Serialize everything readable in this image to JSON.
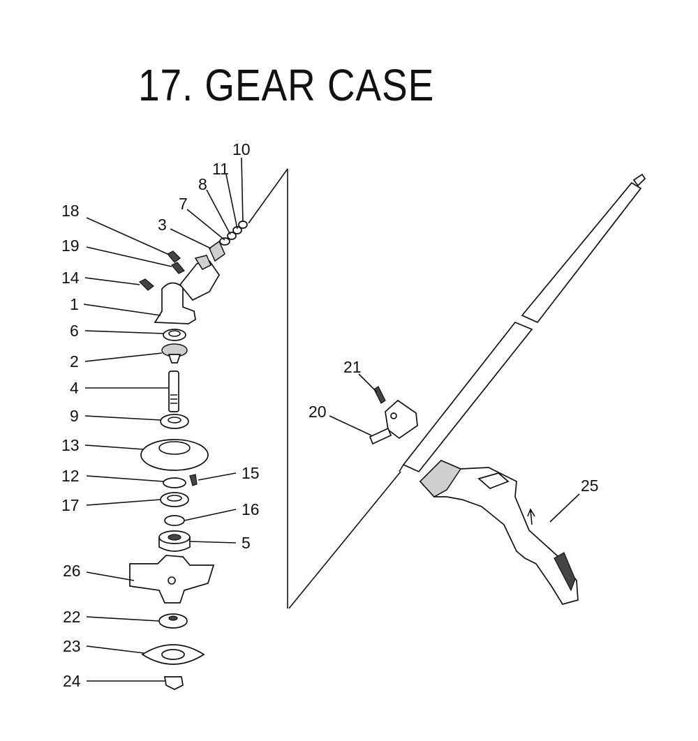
{
  "title": "17. GEAR CASE",
  "callouts": [
    {
      "id": "10",
      "label": "10"
    },
    {
      "id": "11",
      "label": "11"
    },
    {
      "id": "8",
      "label": "8"
    },
    {
      "id": "7",
      "label": "7"
    },
    {
      "id": "3",
      "label": "3"
    },
    {
      "id": "18",
      "label": "18"
    },
    {
      "id": "19",
      "label": "19"
    },
    {
      "id": "14",
      "label": "14"
    },
    {
      "id": "1",
      "label": "1"
    },
    {
      "id": "6",
      "label": "6"
    },
    {
      "id": "2",
      "label": "2"
    },
    {
      "id": "4",
      "label": "4"
    },
    {
      "id": "9",
      "label": "9"
    },
    {
      "id": "13",
      "label": "13"
    },
    {
      "id": "12",
      "label": "12"
    },
    {
      "id": "15",
      "label": "15"
    },
    {
      "id": "17",
      "label": "17"
    },
    {
      "id": "16",
      "label": "16"
    },
    {
      "id": "5",
      "label": "5"
    },
    {
      "id": "26",
      "label": "26"
    },
    {
      "id": "22",
      "label": "22"
    },
    {
      "id": "23",
      "label": "23"
    },
    {
      "id": "24",
      "label": "24"
    },
    {
      "id": "21",
      "label": "21"
    },
    {
      "id": "20",
      "label": "20"
    },
    {
      "id": "25",
      "label": "25"
    }
  ]
}
